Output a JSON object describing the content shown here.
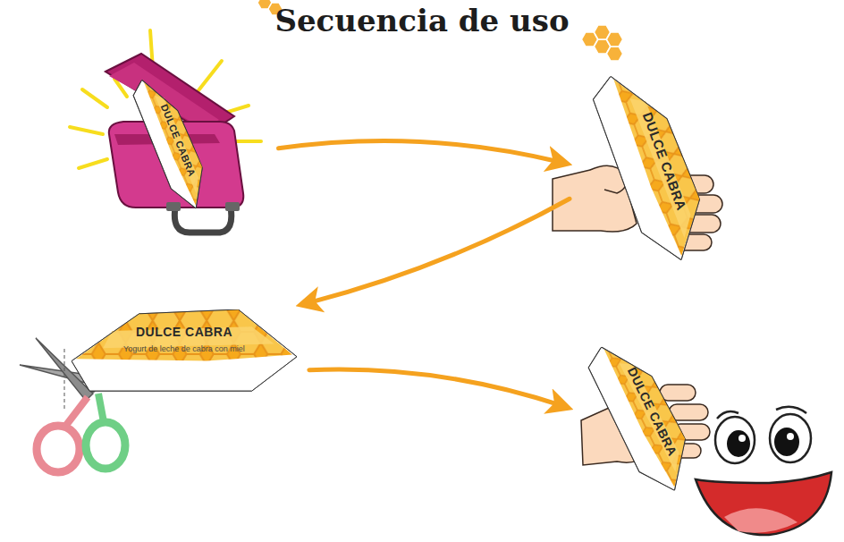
{
  "diagram": {
    "title": "Secuencia de uso",
    "nodes": [
      {
        "text": [
          "DULCE CABRA"
        ]
      },
      {
        "text": [
          "DULCE CABRA"
        ]
      },
      {
        "text": [
          "DULCE CABRA",
          "Yogurt de leche de cabra con miel"
        ]
      },
      {
        "text": [
          "DULCE CABRA"
        ]
      }
    ],
    "edges": [
      {
        "from": 0,
        "to": 1,
        "arrow": "to"
      },
      {
        "from": 1,
        "to": 2,
        "arrow": "to"
      },
      {
        "from": 2,
        "to": 3,
        "arrow": "to"
      }
    ]
  }
}
